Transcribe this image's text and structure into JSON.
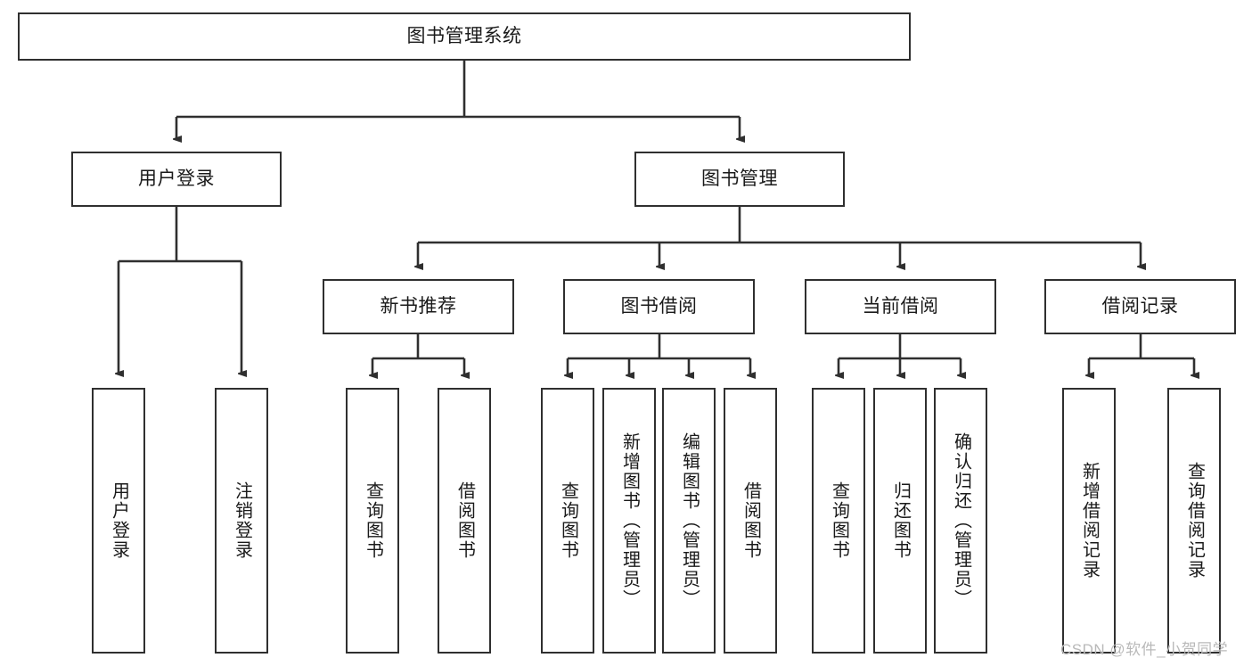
{
  "diagram": {
    "title": "图书管理系统",
    "type": "tree-hierarchy",
    "nodes": {
      "root": {
        "label": "图书管理系统"
      },
      "level2": [
        {
          "id": "user-login",
          "label": "用户登录"
        },
        {
          "id": "book-manage",
          "label": "图书管理"
        }
      ],
      "level3": [
        {
          "id": "new-book-rec",
          "label": "新书推荐"
        },
        {
          "id": "book-borrow",
          "label": "图书借阅"
        },
        {
          "id": "current-borrow",
          "label": "当前借阅"
        },
        {
          "id": "borrow-record",
          "label": "借阅记录"
        }
      ],
      "leaves": {
        "user_login": [
          {
            "id": "leaf-user-login",
            "label": "用户登录"
          },
          {
            "id": "leaf-logout",
            "label": "注销登录"
          }
        ],
        "new_book_rec": [
          {
            "id": "leaf-query-book-1",
            "label": "查询图书"
          },
          {
            "id": "leaf-borrow-book-1",
            "label": "借阅图书"
          }
        ],
        "book_borrow": [
          {
            "id": "leaf-query-book-2",
            "label": "查询图书"
          },
          {
            "id": "leaf-add-book",
            "label": "新增图书（管理员）"
          },
          {
            "id": "leaf-edit-book",
            "label": "编辑图书（管理员）"
          },
          {
            "id": "leaf-borrow-book-2",
            "label": "借阅图书"
          }
        ],
        "current_borrow": [
          {
            "id": "leaf-query-book-3",
            "label": "查询图书"
          },
          {
            "id": "leaf-return-book",
            "label": "归还图书"
          },
          {
            "id": "leaf-confirm-return",
            "label": "确认归还（管理员）"
          }
        ],
        "borrow_record": [
          {
            "id": "leaf-add-record",
            "label": "新增借阅记录"
          },
          {
            "id": "leaf-query-record",
            "label": "查询借阅记录"
          }
        ]
      }
    },
    "colors": {
      "box_border": "#2f2f2f",
      "box_fill": "#ffffff",
      "edge": "#2f2f2f",
      "text": "#1a1a1a",
      "background": "#ffffff",
      "watermark": "#b9b9b9"
    }
  },
  "watermark": {
    "text": "CSDN @软件_小贺同学"
  }
}
